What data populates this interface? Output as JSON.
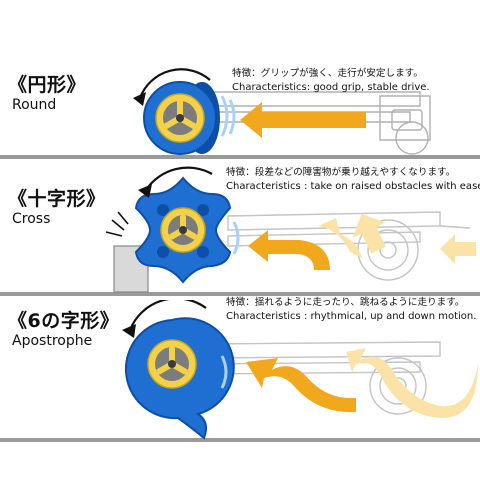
{
  "panels": [
    {
      "ja_label": "《円形》",
      "en_label": "Round",
      "feature_ja": "特徴：グリップが強く、走行が安定します。",
      "feature_en": "Characteristics: good grip, stable drive."
    },
    {
      "ja_label": "《十字形》",
      "en_label": "Cross",
      "feature_ja": "特徴：段差などの障害物が乗り越えやすくなります。",
      "feature_en": "Characteristics : take on raised obstacles with ease."
    },
    {
      "ja_label": "《6の字形》",
      "en_label": "Apostrophe",
      "feature_ja": "特徴：揺れるように走ったり、跳ねるように走ります。",
      "feature_en": "Characteristics : rhythmical, up and down motion."
    }
  ],
  "colors": {
    "wheel_blue": "#1e6fd1",
    "wheel_dark": "#0d4fa6",
    "hub_yellow": "#f2d24a",
    "arrow_orange": "#f2a81c",
    "arrow_pale": "#fbe3a8",
    "ground": "#9a9a9a",
    "step": "#d9d9d9"
  }
}
